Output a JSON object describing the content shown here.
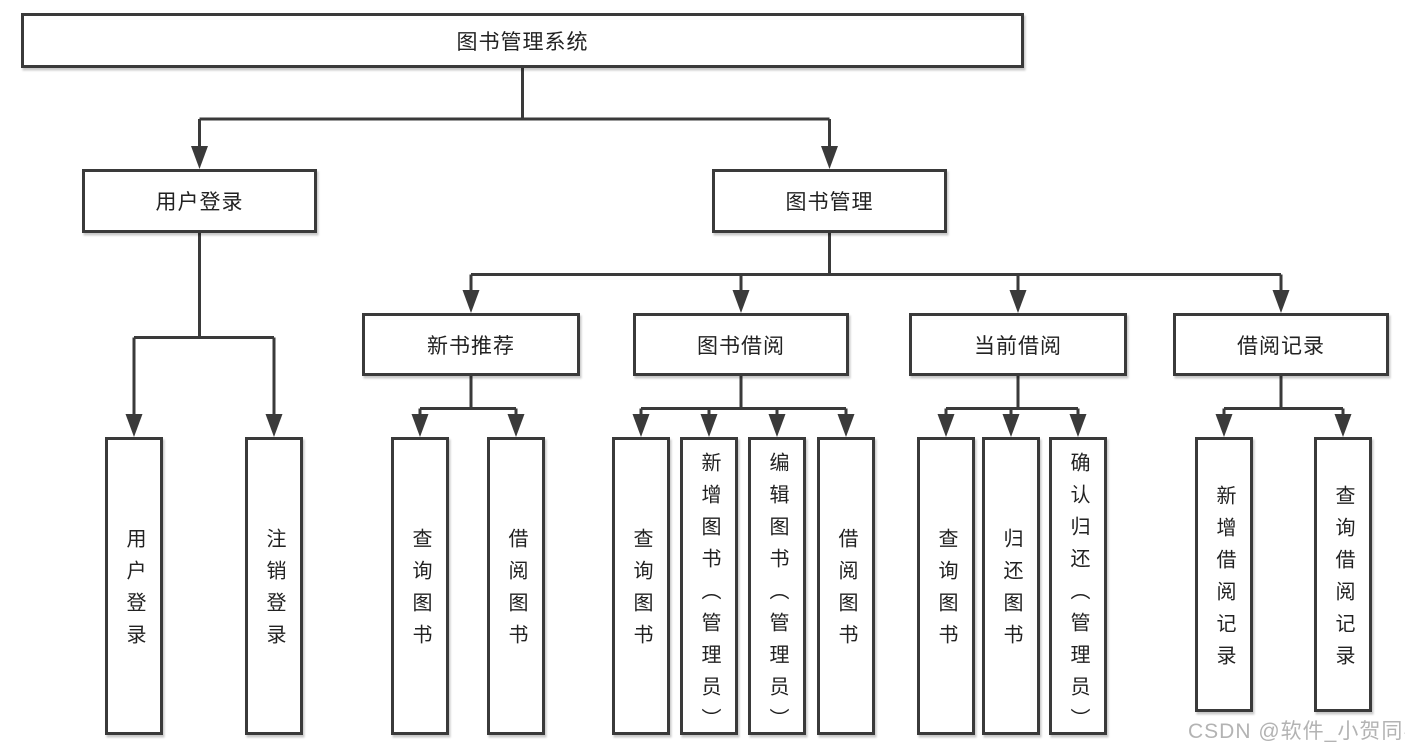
{
  "tree": {
    "root": {
      "label": "图书管理系统",
      "children": [
        {
          "label": "用户登录",
          "children": [
            {
              "label": "用户登录"
            },
            {
              "label": "注销登录"
            }
          ]
        },
        {
          "label": "图书管理",
          "children": [
            {
              "label": "新书推荐",
              "children": [
                {
                  "label": "查询图书"
                },
                {
                  "label": "借阅图书"
                }
              ]
            },
            {
              "label": "图书借阅",
              "children": [
                {
                  "label": "查询图书"
                },
                {
                  "label": "新增图书（管理员）"
                },
                {
                  "label": "编辑图书（管理员）"
                },
                {
                  "label": "借阅图书"
                }
              ]
            },
            {
              "label": "当前借阅",
              "children": [
                {
                  "label": "查询图书"
                },
                {
                  "label": "归还图书"
                },
                {
                  "label": "确认归还（管理员）"
                }
              ]
            },
            {
              "label": "借阅记录",
              "children": [
                {
                  "label": "新增借阅记录"
                },
                {
                  "label": "查询借阅记录"
                }
              ]
            }
          ]
        }
      ]
    }
  },
  "watermark": "CSDN @软件_小贺同学",
  "colors": {
    "line": "#3a3a3a",
    "text": "#222222",
    "watermark": "#a6a6a6",
    "background": "#ffffff"
  }
}
